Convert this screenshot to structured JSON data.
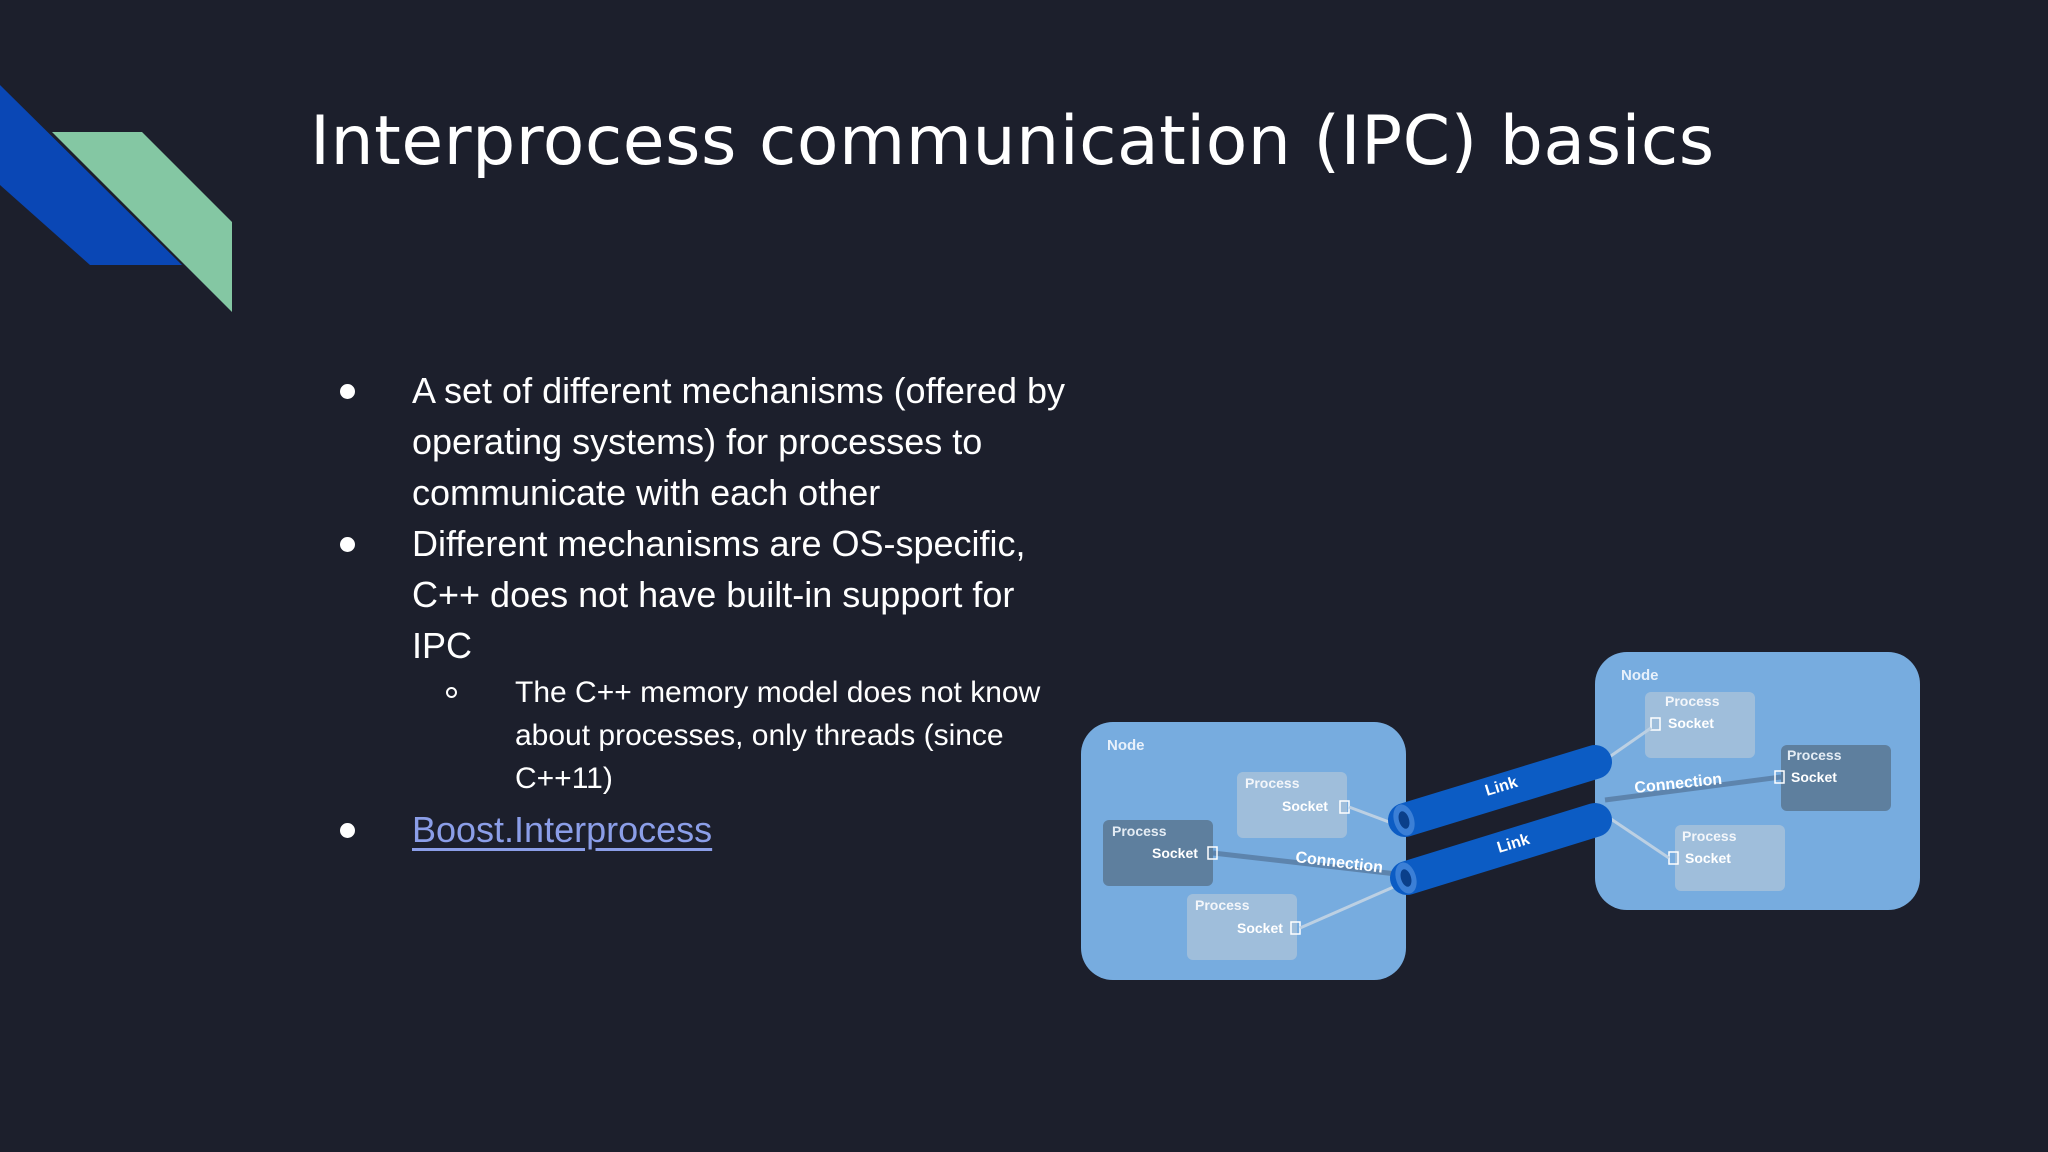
{
  "slide": {
    "title": "Interprocess communication (IPC) basics",
    "colors": {
      "background": "#1c1f2c",
      "accent_blue": "#0a47b5",
      "accent_green": "#84c7a3",
      "link": "#8b9ee8"
    }
  },
  "bullets": {
    "item1": "A set of different mechanisms (offered by operating systems) for processes to communicate with each other",
    "item2": "Different mechanisms are OS-specific, C++ does not have built-in support for IPC",
    "item2_sub1": "The C++ memory model does not know about processes, only threads (since C++11)",
    "item3_link": "Boost.Interprocess"
  },
  "diagram": {
    "left_node": {
      "label": "Node",
      "process1_label": "Process",
      "process1_socket": "Socket",
      "process2_label": "Process",
      "process2_socket": "Socket",
      "process3_label": "Process",
      "process3_socket": "Socket",
      "connection_label": "Connection"
    },
    "right_node": {
      "label": "Node",
      "process1_label": "Process",
      "process1_socket": "Socket",
      "process2_label": "Process",
      "process2_socket": "Socket",
      "process3_label": "Process",
      "process3_socket": "Socket",
      "connection_label": "Connection"
    },
    "link_top_label": "Link",
    "link_bottom_label": "Link"
  }
}
